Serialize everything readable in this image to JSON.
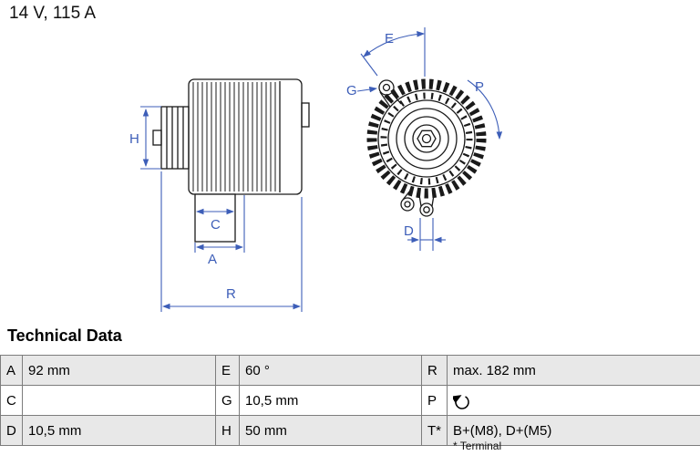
{
  "header": {
    "title": "14 V, 115 A"
  },
  "diagram": {
    "accent_color": "#3D5EB8",
    "line_color": "#1A1A1A",
    "labels": {
      "H": "H",
      "C": "C",
      "A": "A",
      "R": "R",
      "E": "E",
      "G": "G",
      "P": "P",
      "D": "D"
    }
  },
  "technical_data": {
    "heading": "Technical Data",
    "rows": [
      {
        "cells": [
          {
            "key": "A",
            "value": "92 mm"
          },
          {
            "key": "E",
            "value": "60 °"
          },
          {
            "key": "R",
            "value": "max. 182 mm"
          }
        ]
      },
      {
        "cells": [
          {
            "key": "C",
            "value": ""
          },
          {
            "key": "G",
            "value": "10,5 mm"
          },
          {
            "key": "P",
            "value": "",
            "icon": "rotation-clockwise-icon"
          }
        ]
      },
      {
        "cells": [
          {
            "key": "D",
            "value": "10,5 mm"
          },
          {
            "key": "H",
            "value": "50 mm"
          },
          {
            "key": "T*",
            "value": "B+(M8), D+(M5)"
          }
        ]
      }
    ],
    "footnote": "* Terminal"
  }
}
